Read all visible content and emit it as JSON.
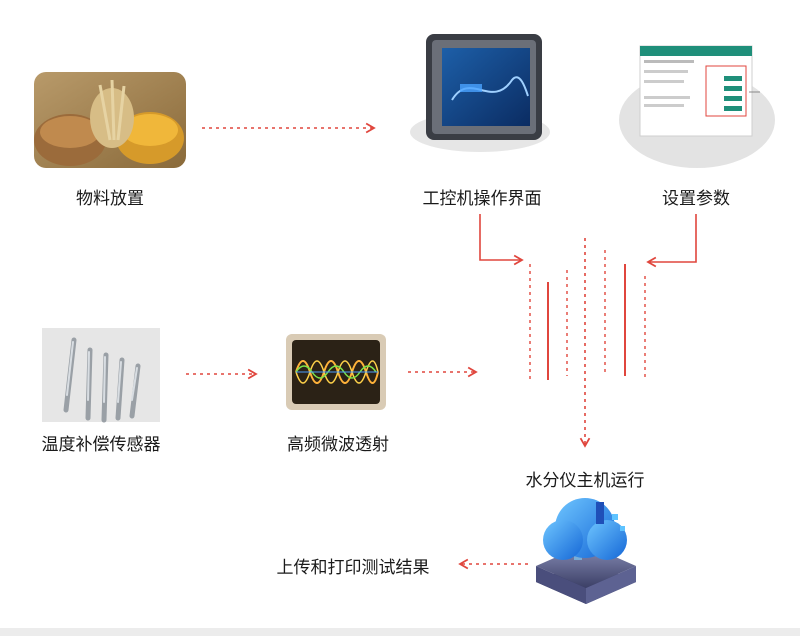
{
  "nodes": {
    "material": {
      "label": "物料放置",
      "image": "grain-piles-photo"
    },
    "ipc": {
      "label": "工控机操作界面",
      "image": "industrial-touch-panel"
    },
    "params": {
      "label": "设置参数",
      "image": "parameter-settings-screen"
    },
    "sensor": {
      "label": "温度补偿传感器",
      "image": "temperature-probes-photo"
    },
    "microwave": {
      "label": "高频微波透射",
      "image": "microwave-wave-graphic"
    },
    "host": {
      "label": "水分仪主机运行",
      "image": "cloud-server-icon"
    },
    "upload": {
      "label": "上传和打印测试结果"
    }
  },
  "colors": {
    "arrow": "#e0463d",
    "bars": "#e0463d",
    "text": "#1a1a1a"
  }
}
